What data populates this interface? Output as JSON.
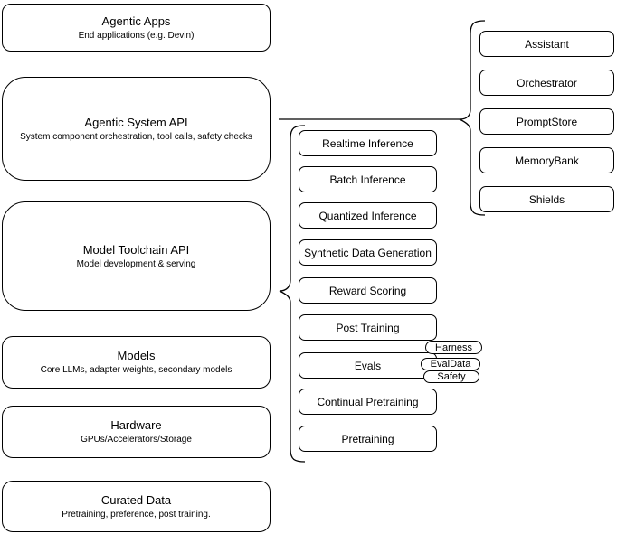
{
  "stack": [
    {
      "title": "Agentic Apps",
      "subtitle": "End applications (e.g. Devin)"
    },
    {
      "title": "Agentic System API",
      "subtitle": "System component orchestration, tool calls, safety checks"
    },
    {
      "title": "Model Toolchain API",
      "subtitle": "Model development & serving"
    },
    {
      "title": "Models",
      "subtitle": "Core LLMs, adapter weights, secondary models"
    },
    {
      "title": "Hardware",
      "subtitle": "GPUs/Accelerators/Storage"
    },
    {
      "title": "Curated Data",
      "subtitle": "Pretraining, preference, post training."
    }
  ],
  "toolchain": {
    "components": [
      "Realtime Inference",
      "Batch Inference",
      "Quantized Inference",
      "Synthetic Data Generation",
      "Reward Scoring",
      "Post Training",
      "Evals",
      "Continual Pretraining",
      "Pretraining"
    ]
  },
  "evals_tags": [
    "Harness",
    "EvalData",
    "Safety"
  ],
  "system": {
    "components": [
      "Assistant",
      "Orchestrator",
      "PromptStore",
      "MemoryBank",
      "Shields"
    ]
  },
  "colors": {
    "stroke": "#000000",
    "fill": "#ffffff",
    "text": "#000000",
    "background": "#ffffff"
  }
}
